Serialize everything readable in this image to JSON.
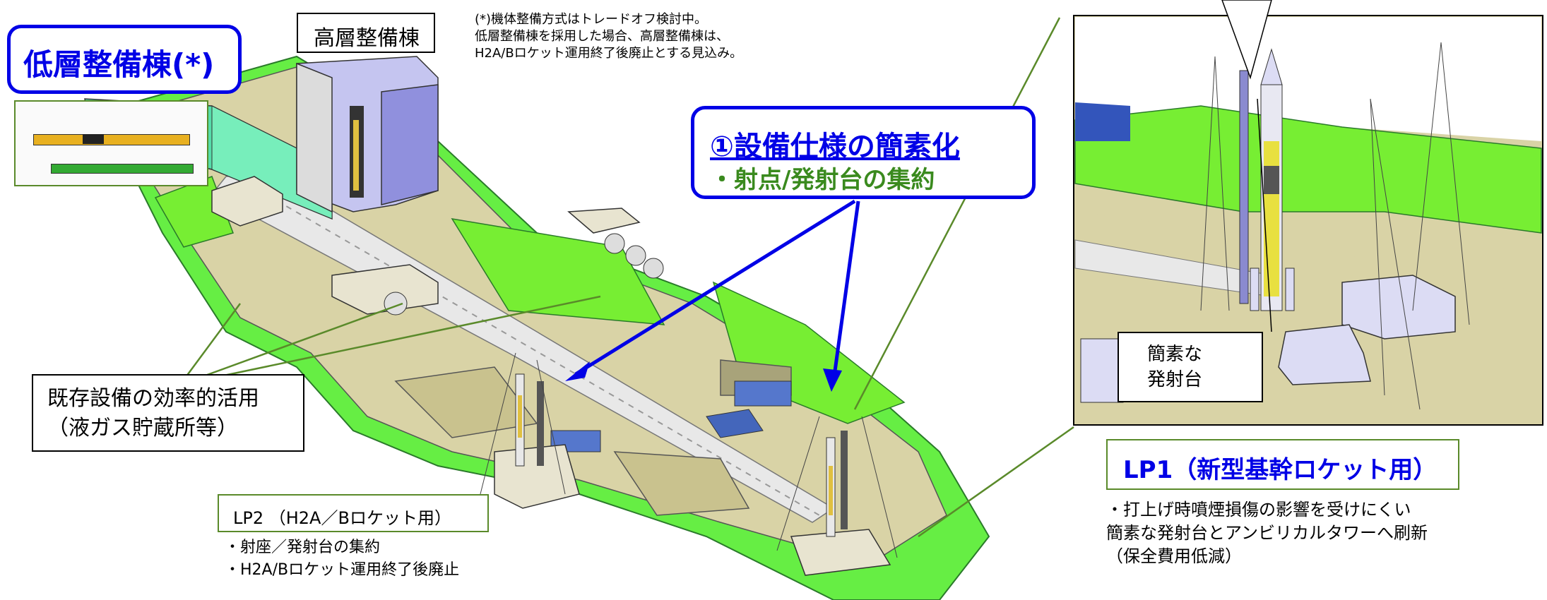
{
  "labels": {
    "low_maintenance": "低層整備棟(*)",
    "high_maintenance": "高層整備棟",
    "note": "(*)機体整備方式はトレードオフ検討中。\n低層整備棟を採用した場合、高層整備棟は、\nH2A/Bロケット運用終了後廃止とする見込み。",
    "focus_title": "①設備仕様の簡素化",
    "focus_sub": "・射点/発射台の集約",
    "existing": "既存設備の効率的活用\n（液ガス貯蔵所等）",
    "lp2_title": "LP2 （H2A／Bロケット用）",
    "lp2_notes": "・射座／発射台の集約\n・H2A/Bロケット運用終了後廃止",
    "simple_pad": "簡素な\n発射台",
    "lp1_title": "LP1（新型基幹ロケット用）",
    "lp1_notes": "・打上げ時噴煙損傷の影響を受けにくい\n簡素な発射台とアンビリカルタワーへ刷新\n（保全費用低減）"
  },
  "colors": {
    "accent_blue": "#0000e6",
    "accent_green": "#3a8a1e",
    "terrain_green": "#66ee44",
    "terrain_tan": "#d9d3a6",
    "building_lavender": "#c5c5f0",
    "building_teal": "#55ddaa"
  }
}
